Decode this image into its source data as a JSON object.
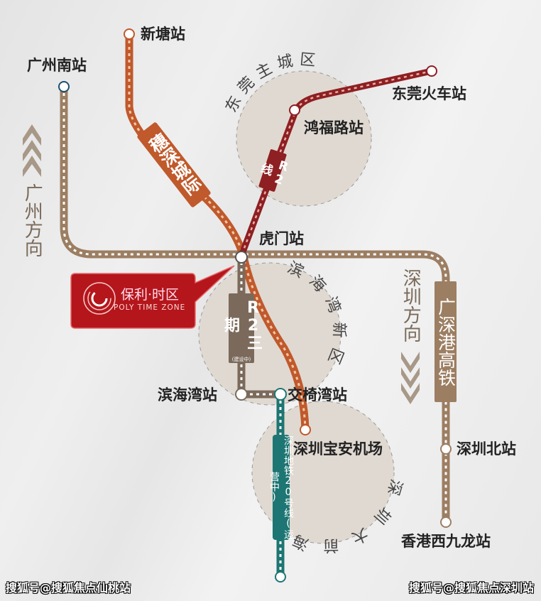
{
  "stations": {
    "xintang": "新塘站",
    "guangzhou_south": "广州南站",
    "dongguan": "东莞火车站",
    "hongfu": "鸿福路站",
    "humen": "虎门站",
    "binhaiwan": "滨海湾站",
    "jiaoyiwan": "交椅湾站",
    "baoan_airport": "深圳宝安机场",
    "shenzhen_north": "深圳北站",
    "hk_west_kowloon": "香港西九龙站"
  },
  "lines": {
    "suishen": "穗深城际",
    "r2": "R2线",
    "r2_phase3": "R2三期",
    "r2_phase3_status": "(建设中)",
    "line20": "深圳地铁20号线(运营中)",
    "gsh": "广深港高铁"
  },
  "districts": {
    "dongguan_main": "东莞主城区",
    "binhaiwan_new": "滨海湾新区",
    "qianhai": "深圳大前海"
  },
  "directions": {
    "guangzhou": "广州方向",
    "shenzhen": "深圳方向"
  },
  "callout": {
    "name_cn": "保利·时区",
    "name_en": "POLY TIME ZONE"
  },
  "watermarks": {
    "left": "搜狐号@搜狐焦点仙桃站",
    "right": "搜狐号@搜狐焦点深圳站"
  },
  "colors": {
    "gsh": "#9c7e62",
    "suishen": "#c0592b",
    "r2": "#8e1f22",
    "r2_phase3": "#7b6a5b",
    "line20": "#1d7673",
    "callout": "#b5161b"
  }
}
